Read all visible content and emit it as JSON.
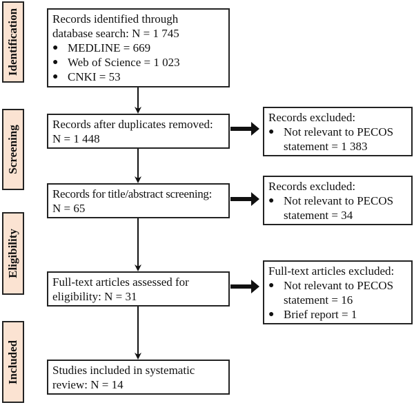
{
  "stages": [
    "Identification",
    "Screening",
    "Eligibility",
    "Included"
  ],
  "main": [
    {
      "lines": [
        "Records identified through",
        "database search: N = 1 745"
      ],
      "bullets": [
        "MEDLINE = 669",
        "Web of Science = 1 023",
        "CNKI = 53"
      ]
    },
    {
      "lines": [
        "Records after duplicates removed:",
        "N = 1 448"
      ]
    },
    {
      "lines": [
        "Records for title/abstract screening:",
        "N = 65"
      ]
    },
    {
      "lines": [
        "Full-text articles assessed for",
        "eligibility: N = 31"
      ]
    },
    {
      "lines": [
        "Studies included in systematic",
        "review: N = 14"
      ]
    }
  ],
  "excluded": [
    {
      "title": "Records excluded:",
      "items": [
        [
          "Not relevant to PECOS",
          "statement = 1 383"
        ]
      ]
    },
    {
      "title": "Records excluded:",
      "items": [
        [
          "Not relevant to PECOS",
          "statement = 34"
        ]
      ]
    },
    {
      "title": "Full-text articles excluded:",
      "items": [
        [
          "Not relevant to PECOS",
          "statement = 16"
        ],
        [
          "Brief report = 1"
        ]
      ]
    }
  ]
}
